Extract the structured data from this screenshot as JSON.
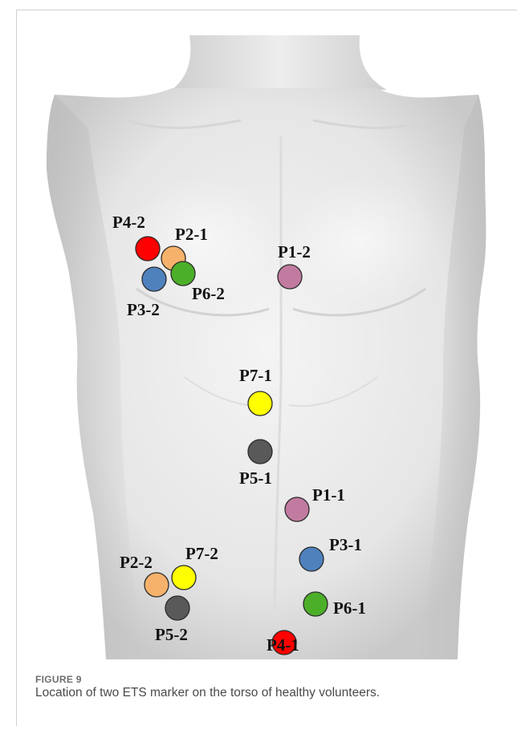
{
  "figure": {
    "label": "FIGURE 9",
    "caption": "Location of two ETS marker on the torso of healthy volunteers."
  },
  "colors": {
    "P1": "#c27ba0",
    "P2": "#f6b26b",
    "P3": "#4f81bd",
    "P4": "#ff0000",
    "P5": "#595959",
    "P6": "#4caf2a",
    "P7": "#ffff00"
  },
  "markers": [
    {
      "id": "P4-2",
      "label": "P4-2",
      "color": "P4"
    },
    {
      "id": "P2-1",
      "label": "P2-1",
      "color": "P2"
    },
    {
      "id": "P3-2",
      "label": "P3-2",
      "color": "P3"
    },
    {
      "id": "P6-2",
      "label": "P6-2",
      "color": "P6"
    },
    {
      "id": "P1-2",
      "label": "P1-2",
      "color": "P1"
    },
    {
      "id": "P7-1",
      "label": "P7-1",
      "color": "P7"
    },
    {
      "id": "P5-1",
      "label": "P5-1",
      "color": "P5"
    },
    {
      "id": "P1-1",
      "label": "P1-1",
      "color": "P1"
    },
    {
      "id": "P3-1",
      "label": "P3-1",
      "color": "P3"
    },
    {
      "id": "P2-2",
      "label": "P2-2",
      "color": "P2"
    },
    {
      "id": "P7-2",
      "label": "P7-2",
      "color": "P7"
    },
    {
      "id": "P5-2",
      "label": "P5-2",
      "color": "P5"
    },
    {
      "id": "P6-1",
      "label": "P6-1",
      "color": "P6"
    },
    {
      "id": "P4-1",
      "label": "P4-1",
      "color": "P4"
    }
  ]
}
